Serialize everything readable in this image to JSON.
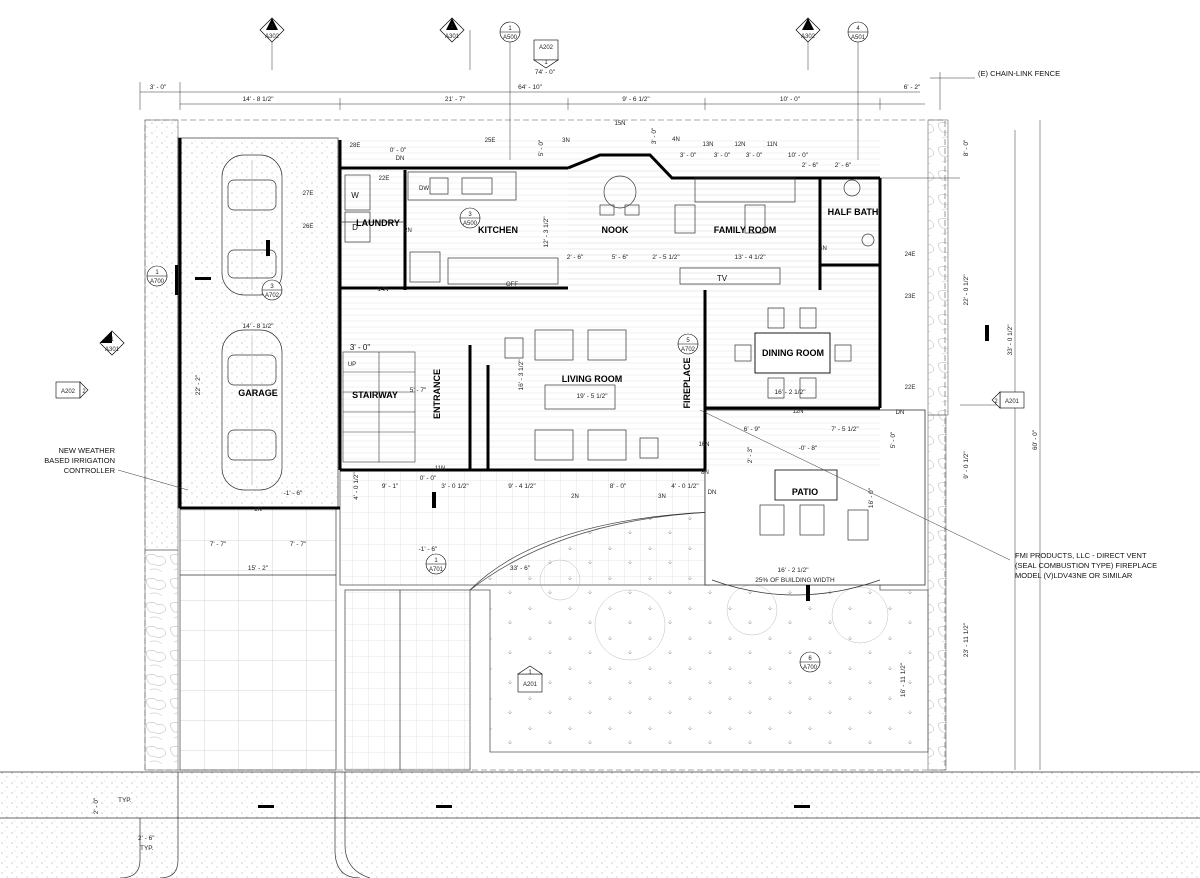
{
  "rooms": {
    "laundry": "LAUNDRY",
    "kitchen": "KITCHEN",
    "nook": "NOOK",
    "family_room": "FAMILY ROOM",
    "half_bath": "HALF BATH",
    "dining_room": "DINING ROOM",
    "living_room": "LIVING ROOM",
    "garage": "GARAGE",
    "stairway": "STAIRWAY",
    "entrance": "ENTRANCE",
    "fireplace": "FIREPLACE",
    "patio": "PATIO",
    "tv": "TV",
    "w": "W",
    "d": "D"
  },
  "notes": {
    "chain_link_fence": "(E) CHAIN-LINK FENCE",
    "irrigation_1": "NEW WEATHER",
    "irrigation_2": "BASED IRRIGATION",
    "irrigation_3": "CONTROLLER",
    "fmi_1": "FMI PRODUCTS, LLC - DIRECT VENT",
    "fmi_2": "(SEAL COMBUSTION TYPE) FIREPLACE",
    "fmi_3": "MODEL (V)LDV43NE OR SIMILAR",
    "building_width": "25% OF BUILDING WIDTH",
    "typ1": "TYP.",
    "typ2": "TYP."
  },
  "section_markers": [
    {
      "num": "1",
      "sheet": "A302"
    },
    {
      "num": "1",
      "sheet": "A301"
    },
    {
      "num": "2",
      "sheet": "A302"
    },
    {
      "num": "1",
      "sheet": "A301"
    }
  ],
  "detail_markers": [
    {
      "num": "1",
      "sheet": "A500"
    },
    {
      "num": "4",
      "sheet": "A501"
    },
    {
      "num": "1",
      "sheet": "A700"
    },
    {
      "num": "3",
      "sheet": "A702"
    },
    {
      "num": "3",
      "sheet": "A500"
    },
    {
      "num": "5",
      "sheet": "A702"
    },
    {
      "num": "1",
      "sheet": "A701"
    },
    {
      "num": "6",
      "sheet": "A700"
    }
  ],
  "elevation_markers": [
    {
      "num": "1",
      "sheet": "A202"
    },
    {
      "num": "2",
      "sheet": "A202"
    },
    {
      "num": "2",
      "sheet": "A201"
    },
    {
      "num": "1",
      "sheet": "A201"
    }
  ],
  "dimensions": {
    "top_total": "64' - 10\"",
    "top_74": "74' - 0\"",
    "top_3": "3' - 0\"",
    "top_right": "6' - 2\"",
    "top_a": "14' - 8 1/2\"",
    "top_b": "21' - 7\"",
    "top_c": "9' - 6 1/2\"",
    "top_d": "10' - 0\"",
    "d1": "3' - 0\"",
    "d2": "3' - 0\"",
    "d3": "3' - 0\"",
    "d4": "10' - 0\"",
    "d5": "2' - 6\"",
    "d6": "2' - 6\"",
    "d7": "2' - 6\"",
    "d8": "5' - 6\"",
    "d9": "2' - 5 1/2\"",
    "d10": "13' - 4 1/2\"",
    "garage_w": "14' - 8 1/2\"",
    "garage_h": "22' - 2\"",
    "stair_w": "3' - 0\"",
    "stair_d": "5' - 7\"",
    "living_h": "16' - 3 1/2\"",
    "living_w": "19' - 5 1/2\"",
    "dining_w": "16' - 2 1/2\"",
    "right_a": "8' - 0\"",
    "right_b": "22' - 0 1/2\"",
    "right_c": "33' - 0 1/2\"",
    "right_total": "60' - 0\"",
    "right_d": "9' - 0 1/2\"",
    "right_e": "23' - 11 1/2\"",
    "right_f": "16' - 11 1/2\"",
    "patio_a": "6' - 9\"",
    "patio_b": "7' - 5 1/2\"",
    "patio_c": "5' - 0\"",
    "patio_d": "2' - 3\"",
    "patio_e": "16' - 0\"",
    "patio_w": "16' - 2 1/2\"",
    "front_a": "9' - 1\"",
    "front_b": "3' - 0 1/2\"",
    "front_c": "9' - 4 1/2\"",
    "front_d": "8' - 0\"",
    "front_e": "4' - 0 1/2\"",
    "front_f": "4' - 0 1/2\"",
    "drive_a": "7' - 7\"",
    "drive_b": "7' - 7\"",
    "drive_c": "15' - 2\"",
    "walk": "33' - 6\"",
    "kitchen_h": "12' - 3 1/2\"",
    "nook_h": "5' - 0\"",
    "nook_h2": "3' - 0\"",
    "sw_a": "2' - 0\"",
    "sw_b": "2' - 6\"",
    "lev1": "0' - 0\"",
    "lev2": "0' - 0\"",
    "lev3": "-1' - 6\"",
    "lev4": "-1' - 6\"",
    "lev5": "-0' - 8\""
  },
  "tags": {
    "t28e": "28E",
    "t22e": "22E",
    "t27e": "27E",
    "t26e": "26E",
    "t25e": "25E",
    "t3n": "3N",
    "t15n": "15N",
    "t4n": "4N",
    "t13n": "13N",
    "t12n": "12N",
    "t11n": "11N",
    "t2n": "2N",
    "t14n": "14N",
    "t4n_b": "4N",
    "t24e": "24E",
    "t23e": "23E",
    "t22e_b": "22E",
    "t12n_b": "12N",
    "t16n": "16N",
    "t11n_b": "11N",
    "t1n": "1N",
    "t2n_b": "2N",
    "t3n_b": "3N",
    "t8n": "8N",
    "tdw": "DW",
    "tdn1": "DN",
    "tdn2": "DN",
    "tdn3": "DN",
    "tup": "UP",
    "toff": "OFF"
  }
}
